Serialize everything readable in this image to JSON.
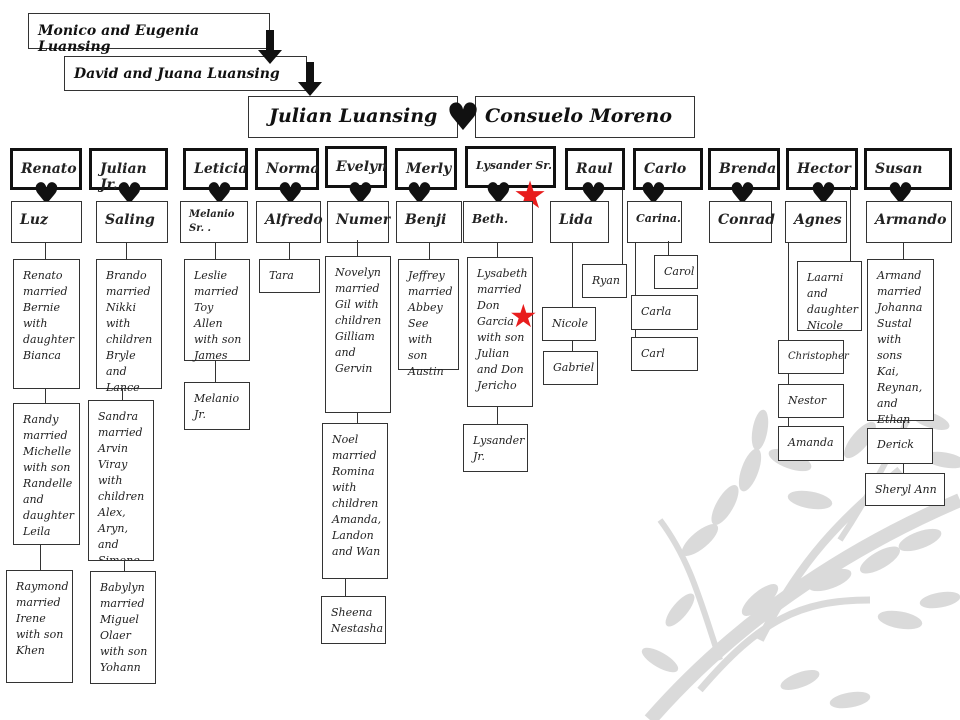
{
  "ancestors": {
    "great_grandparents": "Monico and Eugenia Luansing",
    "grandparents": "David and Juana Luansing"
  },
  "couple": {
    "husband": "Julian Luansing",
    "wife": "Consuelo Moreno"
  },
  "children": [
    {
      "name": "Renato",
      "spouse": "Luz"
    },
    {
      "name": "Julian Jr.",
      "spouse": "Saling"
    },
    {
      "name": "Leticia",
      "spouse": "Melanio Sr. ."
    },
    {
      "name": "Norma",
      "spouse": "Alfredo"
    },
    {
      "name": "Evelyn",
      "spouse": "Numer"
    },
    {
      "name": "Merly",
      "spouse": "Benji"
    },
    {
      "name": "Lysander Sr.",
      "spouse": "Beth."
    },
    {
      "name": "Raul",
      "spouse": "Lida"
    },
    {
      "name": "Carlo",
      "spouse": "Carina."
    },
    {
      "name": "Brenda",
      "spouse": "Conrad"
    },
    {
      "name": "Hector",
      "spouse": "Agnes"
    },
    {
      "name": "Susan",
      "spouse": "Armando"
    }
  ],
  "descendants": {
    "renato_1": "Renato married Bernie with daughter Bianca",
    "renato_2": "Randy married Michelle with son Randelle and daughter Leila",
    "renato_3": "Raymond married Irene with son Khen",
    "julian_1": "Brando married Nikki with children Bryle and Lance",
    "julian_2": "Sandra married Arvin Viray with children Alex, Aryn, and Simone",
    "julian_3": "Babylyn married Miguel Olaer with son Yohann",
    "leticia_1": "Leslie married Toy Allen with son James",
    "leticia_2": "Melanio Jr.",
    "norma_1": "Tara",
    "evelyn_1": "Novelyn married Gil with children Gilliam and Gervin",
    "evelyn_2": "Noel married Romina with children Amanda, Landon and Wan",
    "evelyn_3": "Sheena Nestasha",
    "merly_1": "Jeffrey married Abbey See with son Austin",
    "lysander_1": "Lysabeth married Don Garcia with son Julian and Don Jericho",
    "lysander_2": "Lysander Jr.",
    "raul_1": "Ryan",
    "raul_2": "Nicole",
    "raul_3": "Gabriel",
    "carlo_1": "Carol",
    "carlo_2": "Carla",
    "carlo_3": "Carl",
    "hector_1": "Laarni and daughter Nicole",
    "hector_2": "Christopher",
    "hector_3": "Nestor",
    "hector_4": "Amanda",
    "susan_1": "Armand married Johanna Sustal with sons Kai, Reynan, and Ethan",
    "susan_2": "Derick",
    "susan_3": "Sheryl Ann"
  },
  "icons": {
    "heart": "heart-icon",
    "star": "star-icon",
    "arrow": "arrow-down-icon",
    "star_color": "#e81d1d",
    "tree": "tree-branch-watermark"
  }
}
